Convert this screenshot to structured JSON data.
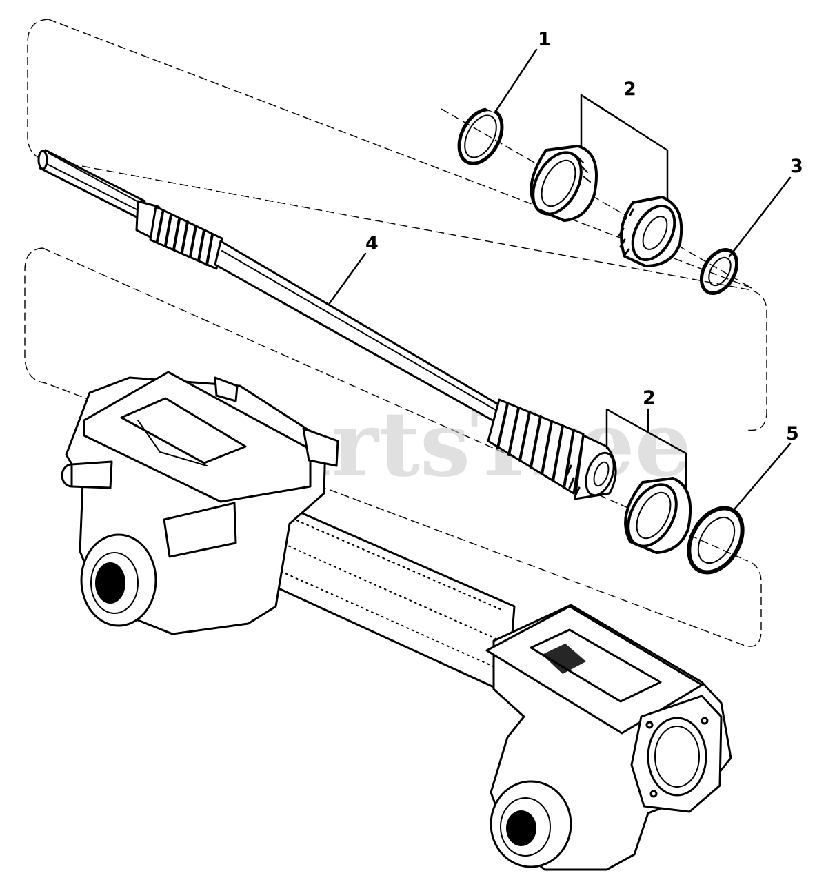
{
  "diagram": {
    "watermark": "PartsTree",
    "callouts": [
      {
        "id": "1",
        "label": "1"
      },
      {
        "id": "2a",
        "label": "2"
      },
      {
        "id": "3",
        "label": "3"
      },
      {
        "id": "4",
        "label": "4"
      },
      {
        "id": "2b",
        "label": "2"
      },
      {
        "id": "5",
        "label": "5"
      }
    ]
  }
}
